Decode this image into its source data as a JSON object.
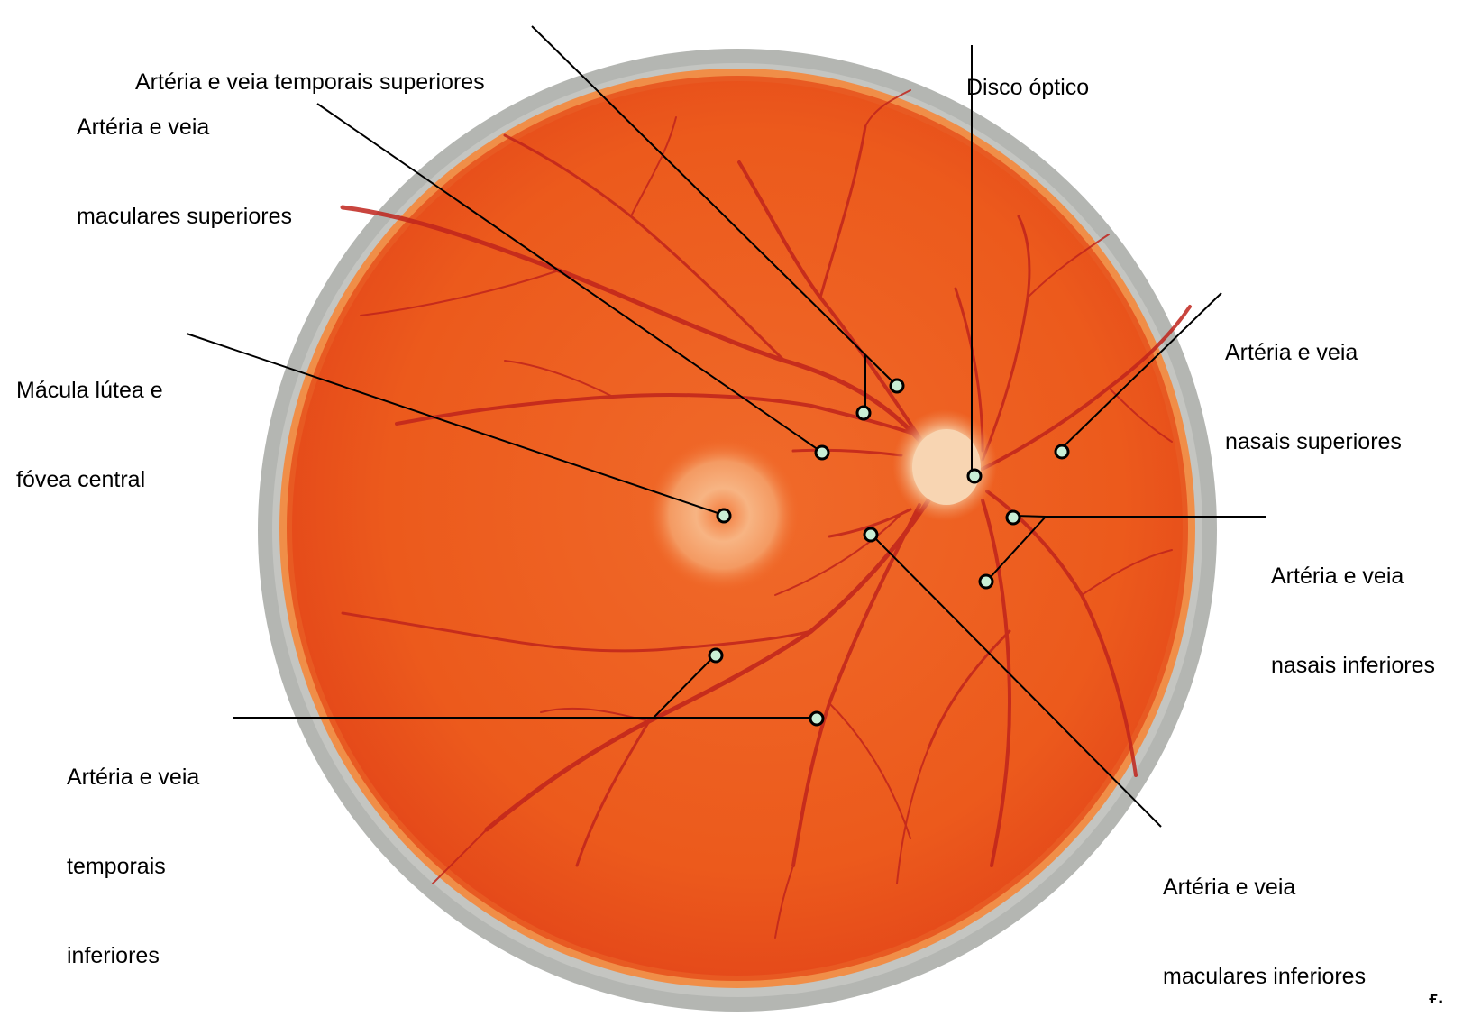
{
  "labels": {
    "disco_optico": "Disco óptico",
    "temporais_superiores": "Artéria e veia temporais superiores",
    "maculares_superiores": [
      "Artéria e veia",
      "maculares superiores"
    ],
    "macula": [
      "Mácula lútea e",
      "fóvea central"
    ],
    "nasais_superiores": [
      "Artéria e veia",
      "nasais superiores"
    ],
    "nasais_inferiores": [
      "Artéria e veia",
      "nasais inferiores"
    ],
    "temporais_inferiores": [
      "Artéria e veia",
      "temporais",
      "inferiores"
    ],
    "maculares_inferiores": [
      "Artéria e veia",
      "maculares inferiores"
    ]
  },
  "colors": {
    "fundus": "#ec5a1c",
    "fundus_edge": "#e8461a",
    "rim_gray": "#b6b8b5",
    "rim_orange": "#f38a3e",
    "vessel": "#c0241c",
    "optic_disc": "#f6c9a0",
    "macula_halo": "#f7a56e",
    "leader_line": "#000000",
    "marker_fill": "#c9efd6"
  },
  "corner_mark": "ғ."
}
